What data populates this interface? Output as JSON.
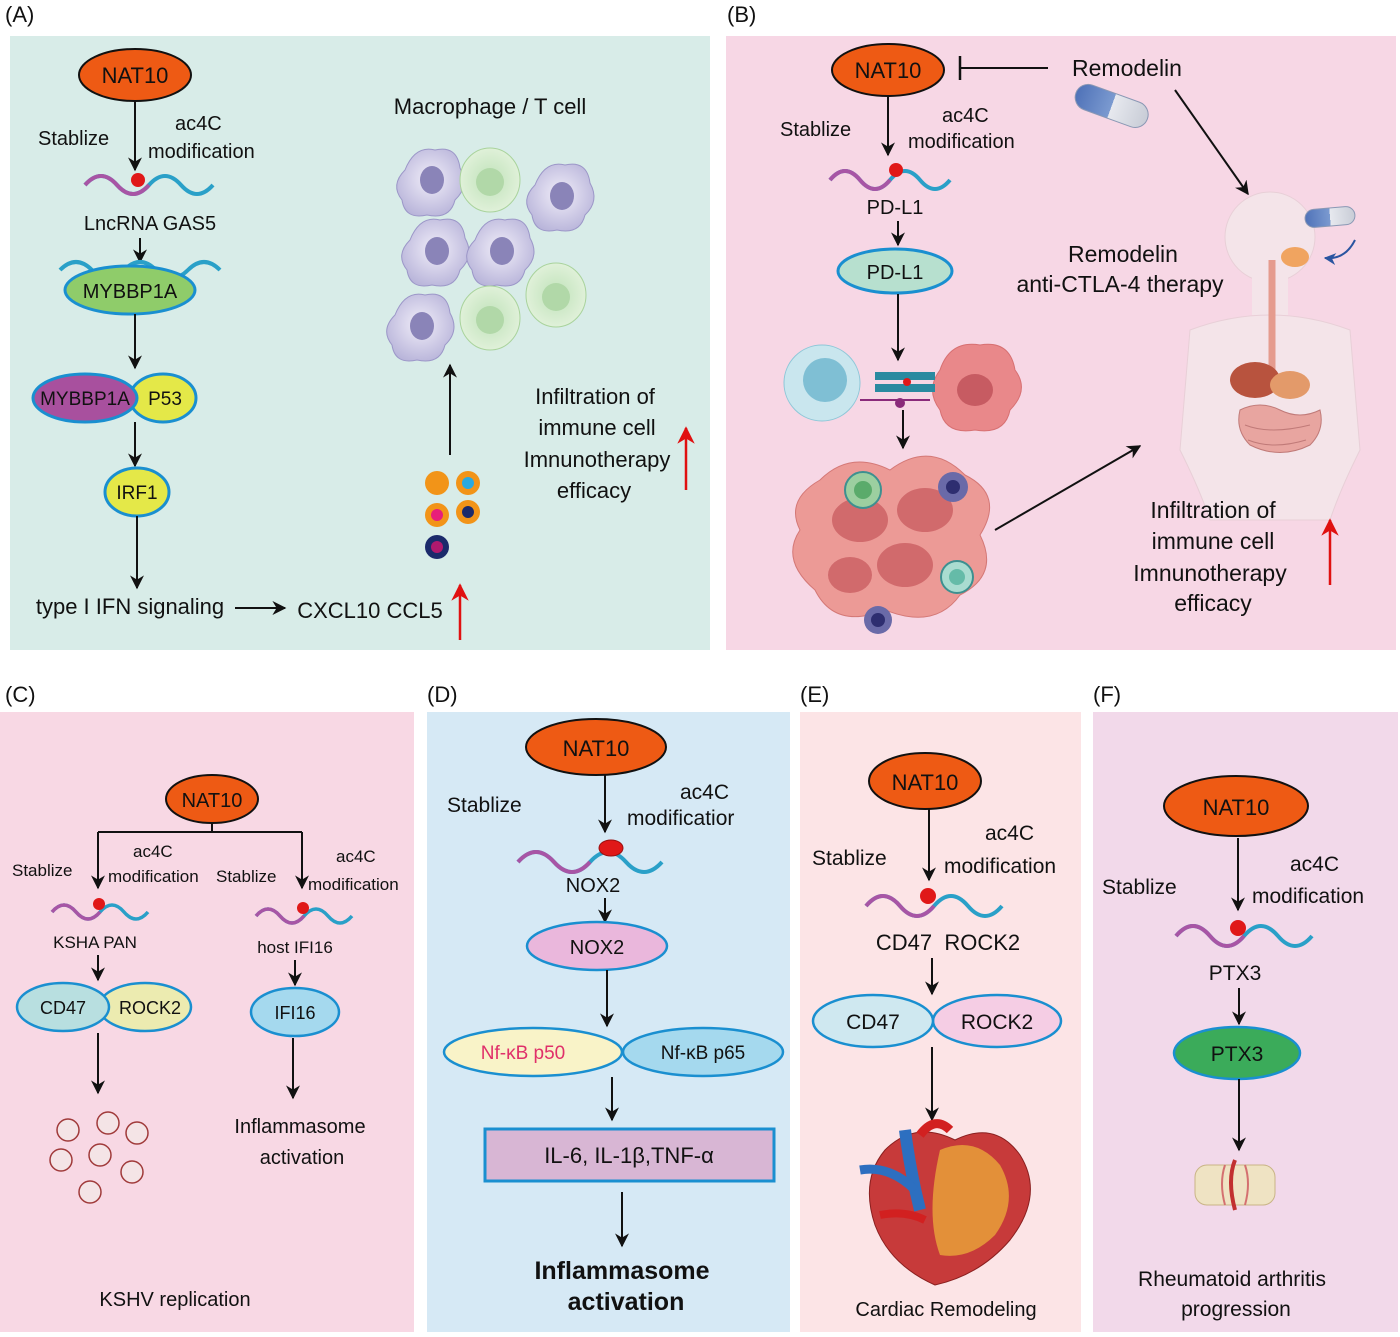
{
  "panels": {
    "A": {
      "label": "(A)",
      "nat10": "NAT10",
      "stablize": "Stablize",
      "ac4c_1": "ac4C",
      "ac4c_2": "modification",
      "lncrna": "LncRNA GAS5",
      "mybbp1a": "MYBBP1A",
      "mybbp1a_2": "MYBBP1A",
      "p53": "P53",
      "irf1": "IRF1",
      "ifn": "type I IFN signaling",
      "cxcl": "CXCL10 CCL5",
      "cells_title": "Macrophage / T cell",
      "infil_1": "Infiltration of",
      "infil_2": "immune cell",
      "infil_3": "Imnunotherapy",
      "infil_4": "efficacy"
    },
    "B": {
      "label": "(B)",
      "nat10": "NAT10",
      "remodelin": "Remodelin",
      "stablize": "Stablize",
      "ac4c_1": "ac4C",
      "ac4c_2": "modification",
      "pdl1_rna": "PD-L1",
      "pdl1": "PD-L1",
      "therapy_1": "Remodelin",
      "therapy_2": "anti-CTLA-4 therapy",
      "infil_1": "Infiltration of",
      "infil_2": "immune cell",
      "infil_3": "Imnunotherapy",
      "infil_4": "efficacy"
    },
    "C": {
      "label": "(C)",
      "nat10": "NAT10",
      "stablize_l": "Stablize",
      "ac4c_l1": "ac4C",
      "ac4c_l2": "modification",
      "stablize_r": "Stablize",
      "ac4c_r1": "ac4C",
      "ac4c_r2": "modification",
      "ksha": "KSHA PAN",
      "host": "host IFI16",
      "cd47": "CD47",
      "rock2": "ROCK2",
      "ifi16": "IFI16",
      "inflam_1": "Inflammasome",
      "inflam_2": "activation",
      "kshv": "KSHV replication"
    },
    "D": {
      "label": "(D)",
      "nat10": "NAT10",
      "stablize": "Stablize",
      "ac4c_1": "ac4C",
      "ac4c_2": "modificatior",
      "nox2_rna": "NOX2",
      "nox2": "NOX2",
      "p50": "Nf-κB p50",
      "p65": "Nf-κB p65",
      "cytokines": "IL-6, IL-1β,TNF-α",
      "inflam_1": "Inflammasome",
      "inflam_2": "activation"
    },
    "E": {
      "label": "(E)",
      "nat10": "NAT10",
      "stablize": "Stablize",
      "ac4c_1": "ac4C",
      "ac4c_2": "modification",
      "rna": "CD47  ROCK2",
      "cd47": "CD47",
      "rock2": "ROCK2",
      "cardiac": "Cardiac Remodeling"
    },
    "F": {
      "label": "(F)",
      "nat10": "NAT10",
      "stablize": "Stablize",
      "ac4c_1": "ac4C",
      "ac4c_2": "modification",
      "ptx3_rna": "PTX3",
      "ptx3": "PTX3",
      "ra_1": "Rheumatoid arthritis",
      "ra_2": "progression"
    }
  },
  "colors": {
    "panelA_bg": "#d8ece8",
    "panelB_bg": "#f7d7e5",
    "panelC_bg": "#f8d8e4",
    "panelD_bg": "#d6e9f5",
    "panelE_bg": "#fce4e6",
    "panelF_bg": "#f2d9ea",
    "nat10": "#ee5a14",
    "red_arrow": "#e01010"
  }
}
